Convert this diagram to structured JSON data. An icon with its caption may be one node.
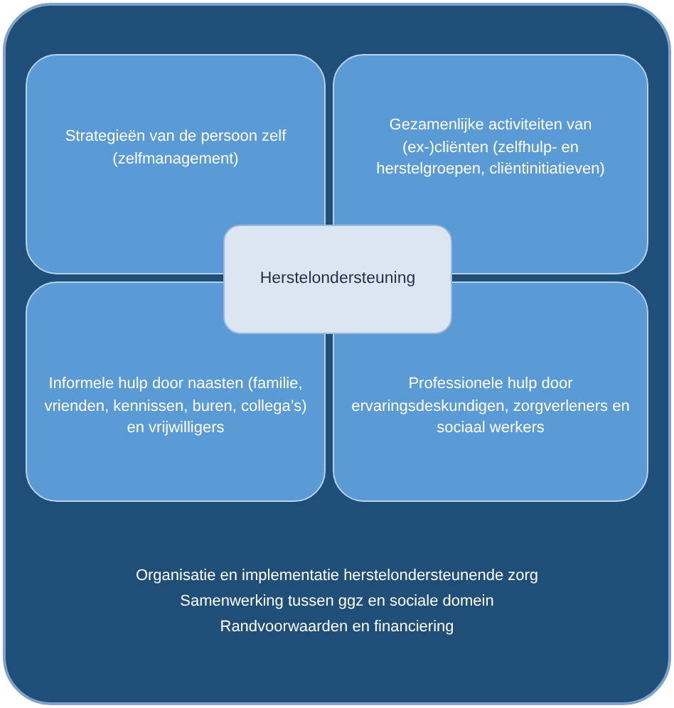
{
  "diagram": {
    "nodes": [
      {
        "text": [
          "Organisatie en implementatie herstelondersteunende zorg",
          "Samenwerking tussen ggz en sociale domein",
          "Randvoorwaarden en financiering"
        ]
      },
      {
        "text": [
          "Strategieën van de persoon zelf (zelfmanagement)"
        ],
        "in": 0
      },
      {
        "text": [
          "Gezamenlijke activiteiten van (ex-)cliënten (zelfhulp- en herstelgroepen, cliëntinitiatieven)"
        ],
        "in": 0
      },
      {
        "text": [
          "Informele hulp door naasten (familie, vrienden, kennissen, buren, collega’s) en vrijwilligers"
        ],
        "in": 0
      },
      {
        "text": [
          "Professionele hulp door ervaringsdeskundigen, zorgverleners en sociaal werkers"
        ],
        "in": 0
      },
      {
        "text": [
          "Herstelondersteuning"
        ],
        "in": 0
      }
    ]
  }
}
